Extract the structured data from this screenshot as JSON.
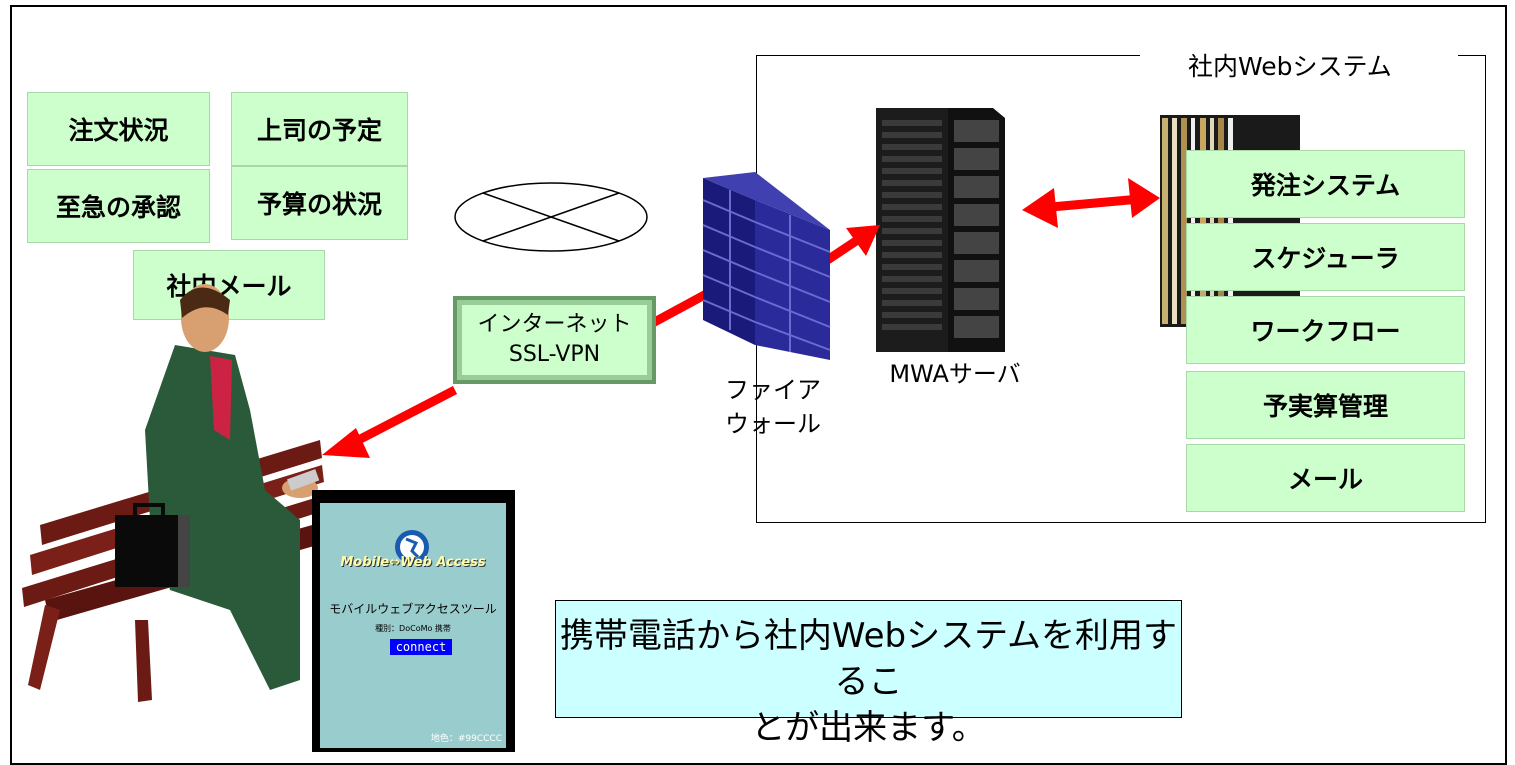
{
  "left_boxes": [
    {
      "label": "注文状況"
    },
    {
      "label": "上司の予定"
    },
    {
      "label": "至急の承認"
    },
    {
      "label": "予算の状況"
    },
    {
      "label": "社内メール"
    }
  ],
  "internet": {
    "line1": "インターネット",
    "line2": "SSL-VPN"
  },
  "firewall": {
    "line1": "ファイア",
    "line2": "ウォール"
  },
  "server": {
    "label": "MWAサーバ"
  },
  "system": {
    "title": "社内Webシステム",
    "items": [
      {
        "label": "発注システム"
      },
      {
        "label": "スケジューラ"
      },
      {
        "label": "ワークフロー"
      },
      {
        "label": "予実算管理"
      },
      {
        "label": "メール"
      }
    ]
  },
  "phone": {
    "logo": "Mobile⇔Web Access",
    "title": "モバイルウェブアクセスツール",
    "type": "種別：DoCoMo 携帯",
    "connect": "connect",
    "bgcolor_label": "地色：#99CCCC"
  },
  "note": {
    "line1": "携帯電話から社内Webシステムを利用するこ",
    "line2": "とが出来ます。"
  },
  "colors": {
    "box_green": "#ccffcc",
    "arrow_red": "#ff0000",
    "note_cyan": "#ccffff",
    "phone_screen": "#99cccc"
  }
}
